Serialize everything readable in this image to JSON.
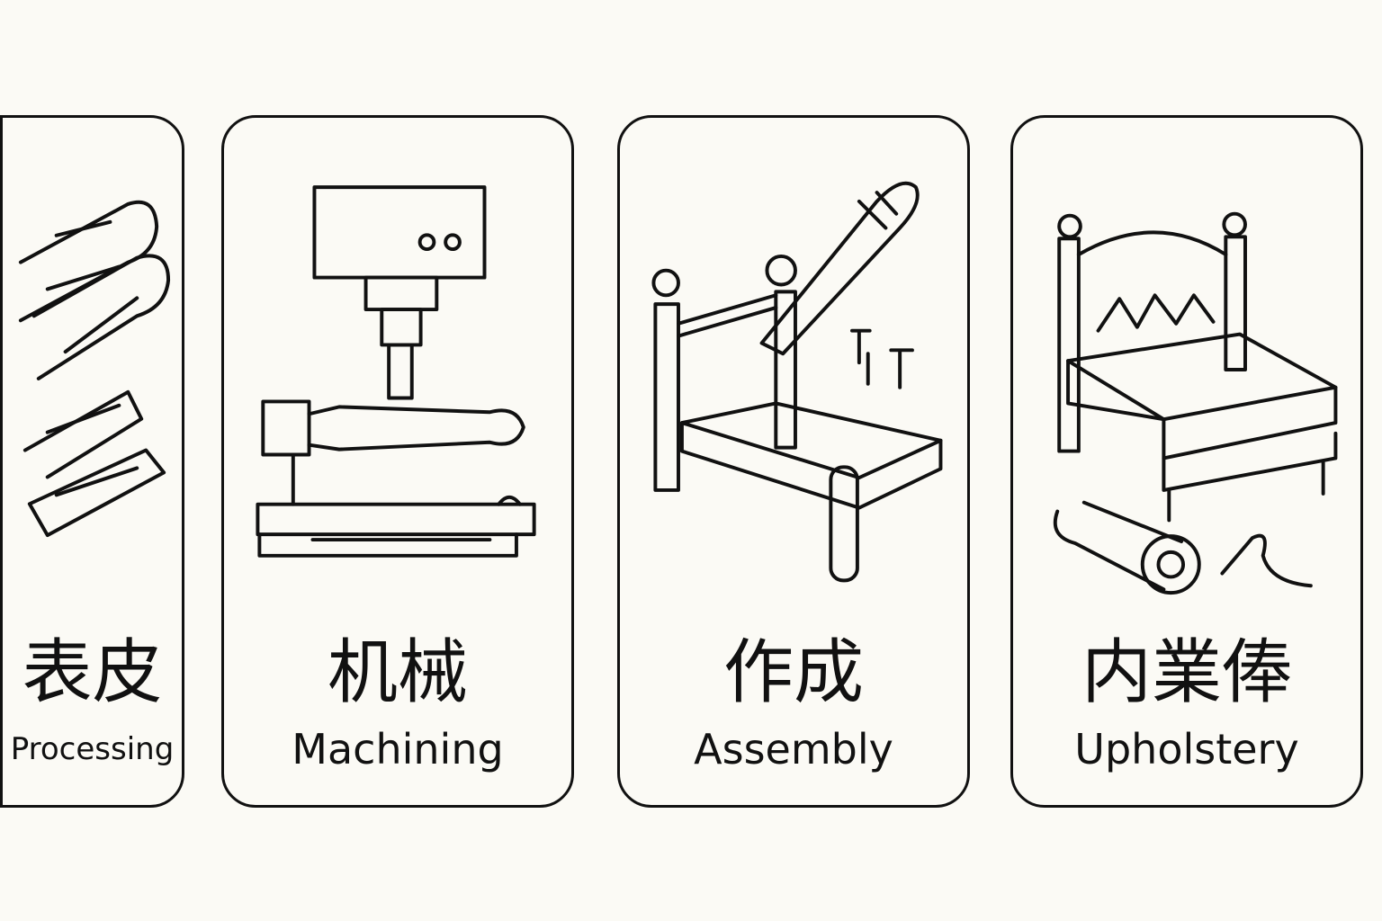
{
  "cards": [
    {
      "cn": "表皮",
      "en": "Processing",
      "icon": "wood-logs-icon"
    },
    {
      "cn": "机械",
      "en": "Machining",
      "icon": "lathe-machine-icon"
    },
    {
      "cn": "作成",
      "en": "Assembly",
      "icon": "bed-frame-screwdriver-icon"
    },
    {
      "cn": "内業俸",
      "en": "Upholstery",
      "icon": "upholstered-bed-icon"
    }
  ]
}
